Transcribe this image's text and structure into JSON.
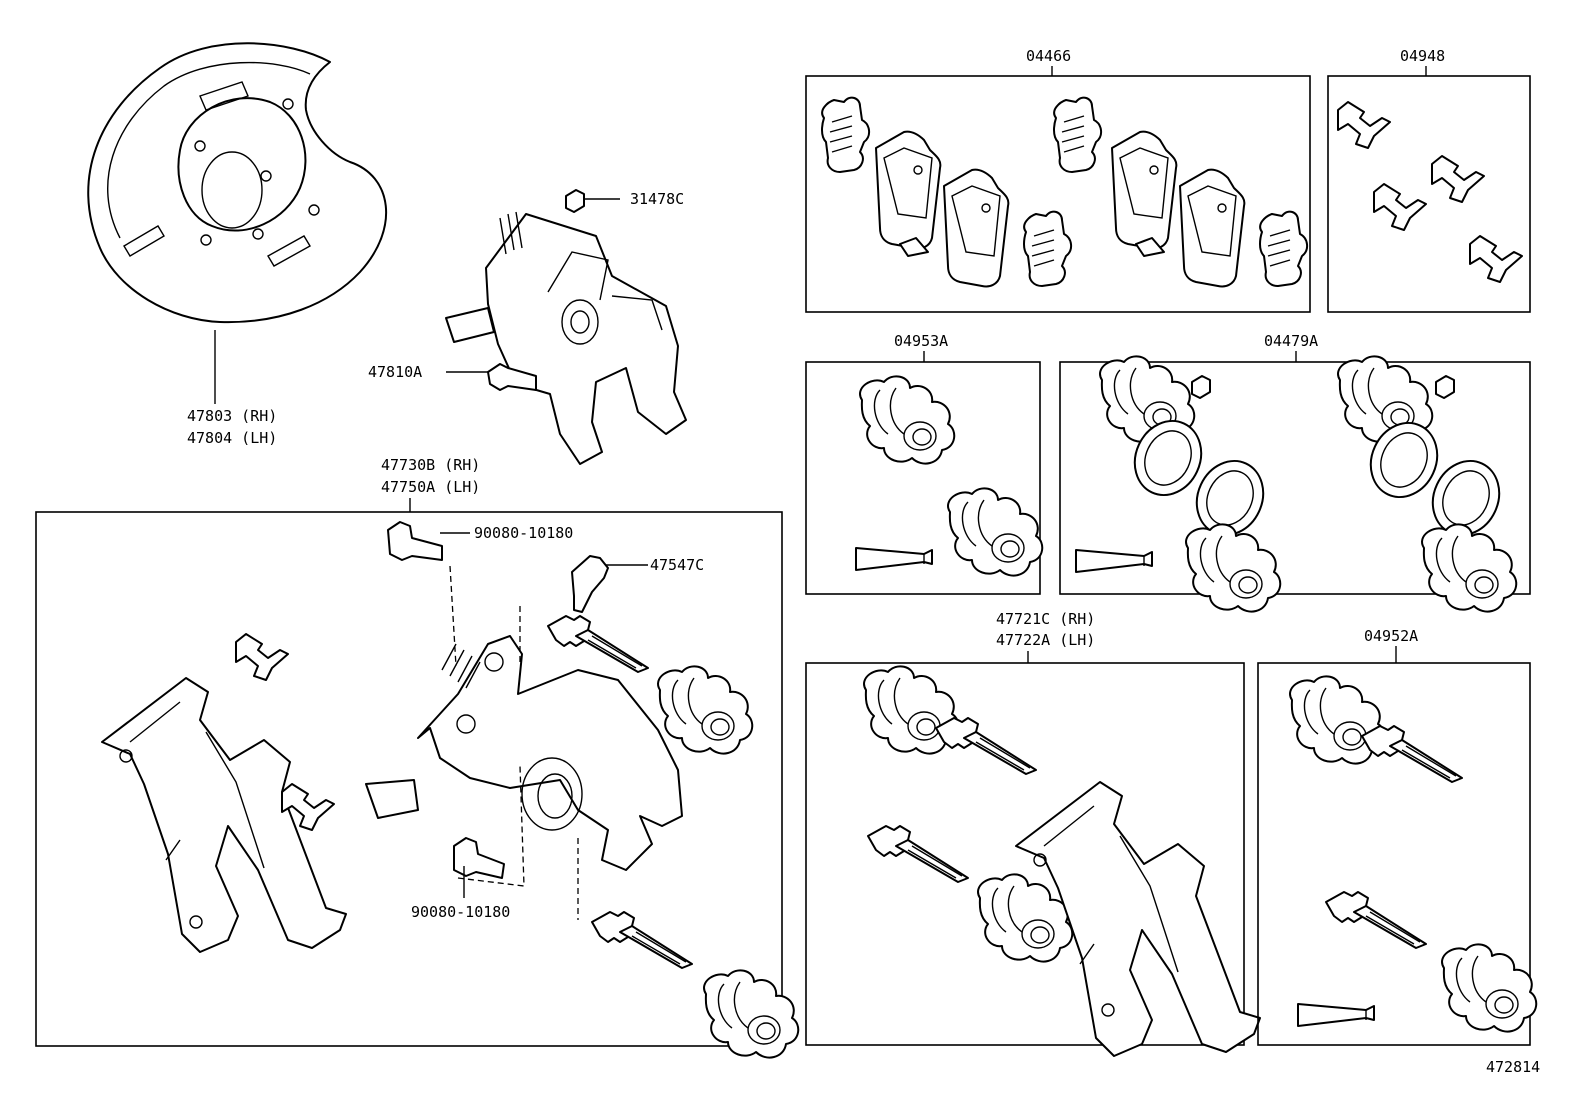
{
  "labels": {
    "dust_cover_rh": "47803 (RH)",
    "dust_cover_lh": "47804 (LH)",
    "cap": "31478C",
    "bleeder_plug": "47810A",
    "caliper_rh": "47730B (RH)",
    "caliper_lh": "47750A (LH)",
    "bolt_top": "90080-10180",
    "bleeder": "47547C",
    "bolt_bottom": "90080-10180",
    "pad_kit": "04466",
    "anti_squeal_kit": "04948",
    "boot_kit": "04953A",
    "cylinder_kit": "04479A",
    "mounting_rh": "47721C (RH)",
    "mounting_lh": "47722A (LH)",
    "slide_kit": "04952A",
    "diagram_id": "472814"
  }
}
